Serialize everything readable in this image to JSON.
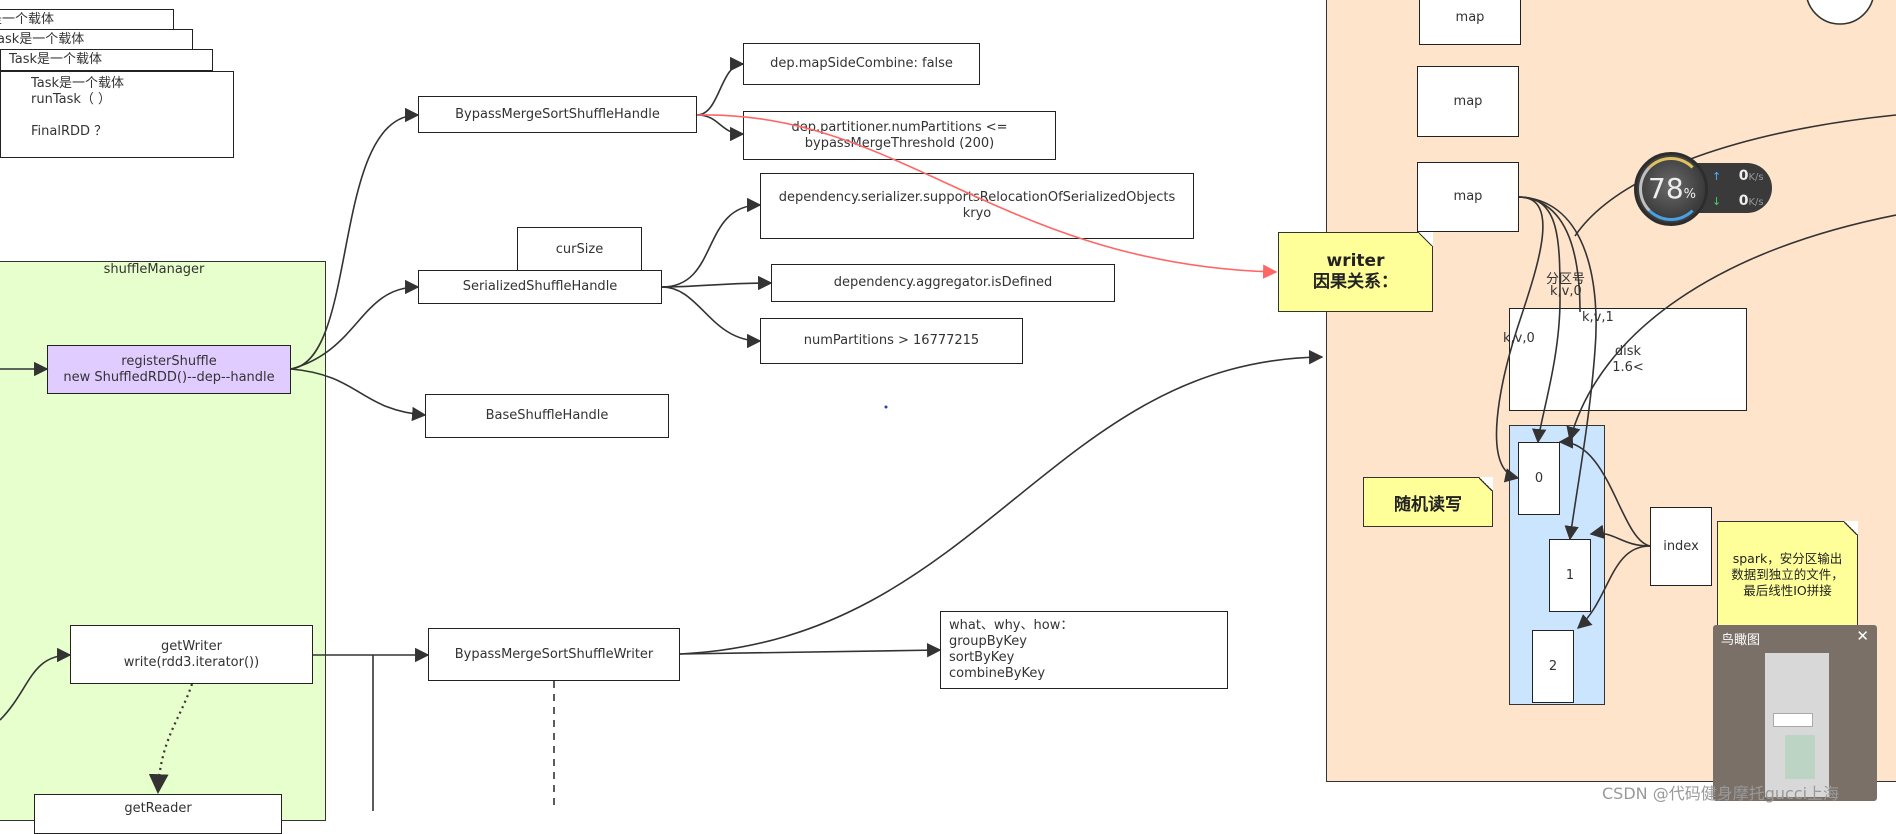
{
  "task_stack": [
    {
      "text": "是一个载体"
    },
    {
      "text": "ask是一个载体"
    },
    {
      "text": "Task是一个载体"
    },
    {
      "text": "Task是一个载体\nrunTask（ ）\n\nFinalRDD  ？"
    }
  ],
  "shuffle_manager": {
    "title": "shuffleManager"
  },
  "register_shuffle": "registerShuffle\nnew ShuffledRDD()--dep--handle",
  "get_writer": "getWriter\nwrite(rdd3.iterator())",
  "get_reader": "getReader",
  "handles": {
    "bypass": "BypassMergeSortShuffleHandle",
    "serialized": "SerializedShuffleHandle",
    "base": "BaseShuffleHandle",
    "cur_size": "curSize"
  },
  "conditions": {
    "map_side_combine": "dep.mapSideCombine:     false",
    "num_partitions_threshold": "dep.partitioner.numPartitions <=\nbypassMergeThreshold (200)",
    "supports_relocation": "dependency.serializer.supportsRelocationOfSerializedObjects\nkryo",
    "aggregator_defined": "dependency.aggregator.isDefined",
    "num_partitions_max": "numPartitions >   16777215"
  },
  "bypass_writer": "BypassMergeSortShuffleWriter",
  "what_why_how": "what、why、how：\ngroupByKey\nsortByKey\ncombineByKey",
  "writer_panel": {
    "map_boxes": [
      "map",
      "map",
      "map"
    ],
    "writer_note": "writer\n因果关系：",
    "partition_label": "分区号",
    "kv0_top": "k,v,0",
    "kv0_left": "k,v,0",
    "kv1": "k,v,1",
    "disk": "disk\n1.6<",
    "random_rw_note": "随机读写",
    "partitions": [
      "0",
      "1",
      "2"
    ],
    "index": "index",
    "spark_note": "spark，安分区输出\n数据到独立的文件，\n最后线性IO拼接"
  },
  "network_widget": {
    "percent": "78",
    "percent_unit": "%",
    "up_value": "0",
    "up_unit": "K/s",
    "down_value": "0",
    "down_unit": "K/s",
    "up_arrow": "↑",
    "down_arrow": "↓"
  },
  "minimap": {
    "title": "鸟瞰图",
    "close": "✕"
  },
  "watermark": "CSDN @代码健身摩托gucci上海",
  "colors": {
    "panel": "#ffe4cc",
    "manager": "#e6ffcc",
    "register": "#e1ccff",
    "partition_panel": "#cce5ff",
    "note": "#ffff99",
    "red_arrow": "#ff6666"
  }
}
